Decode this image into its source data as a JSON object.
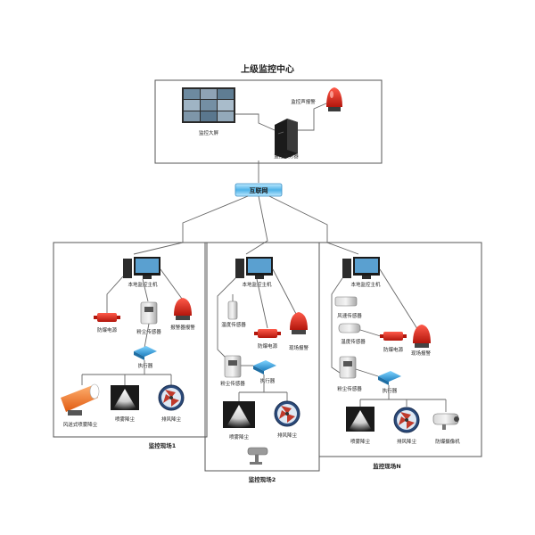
{
  "top": {
    "title": "上级监控中心",
    "video_wall": "监控大屏",
    "alarm": "监控声报警",
    "server": "监控服务器"
  },
  "network": "互联网",
  "site1": {
    "name": "监控现场1",
    "host": "本地监控主机",
    "power": "防爆电源",
    "sensor": "粉尘传感器",
    "alarm": "报警器报警",
    "executor": "执行器",
    "fog_cannon": "风送式喷雾降尘",
    "spray": "喷雾降尘",
    "fan": "排风降尘"
  },
  "site2": {
    "name": "监控现场2",
    "host": "本地监控主机",
    "temp_sensor": "温度传感器",
    "power": "防爆电源",
    "alarm": "现场报警",
    "sensor": "粉尘传感器",
    "executor": "执行器",
    "spray": "喷雾降尘",
    "fan": "排风降尘"
  },
  "siteN": {
    "name": "监控现场N",
    "host": "本地监控主机",
    "wind_sensor": "风速传感器",
    "temp_sensor": "温度传感器",
    "power": "防爆电源",
    "alarm": "现场报警",
    "sensor": "粉尘传感器",
    "executor": "执行器",
    "spray": "喷雾降尘",
    "fan": "排风降尘",
    "camera": "防爆摄像机"
  }
}
